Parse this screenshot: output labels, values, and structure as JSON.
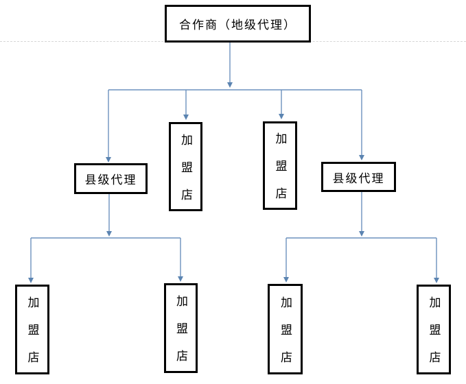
{
  "diagram": {
    "type": "org-chart",
    "nodes": {
      "partner": {
        "id": "partner",
        "label": "合作商（地级代理）",
        "level": 1,
        "orientation": "horizontal"
      },
      "county_left": {
        "id": "county_left",
        "label": "县级代理",
        "level": 2,
        "orientation": "horizontal"
      },
      "franchise_mid_left": {
        "id": "franchise_mid_left",
        "label": "加盟店",
        "level": 2,
        "orientation": "vertical"
      },
      "franchise_mid_right": {
        "id": "franchise_mid_right",
        "label": "加盟店",
        "level": 2,
        "orientation": "vertical"
      },
      "county_right": {
        "id": "county_right",
        "label": "县级代理",
        "level": 2,
        "orientation": "horizontal"
      },
      "franchise_bottom_1": {
        "id": "franchise_bottom_1",
        "label": "加盟店",
        "level": 3,
        "orientation": "vertical"
      },
      "franchise_bottom_2": {
        "id": "franchise_bottom_2",
        "label": "加盟店",
        "level": 3,
        "orientation": "vertical"
      },
      "franchise_bottom_3": {
        "id": "franchise_bottom_3",
        "label": "加盟店",
        "level": 3,
        "orientation": "vertical"
      },
      "franchise_bottom_4": {
        "id": "franchise_bottom_4",
        "label": "加盟店",
        "level": 3,
        "orientation": "vertical"
      }
    },
    "edges": [
      {
        "from": "partner",
        "to": "county_left"
      },
      {
        "from": "partner",
        "to": "franchise_mid_left"
      },
      {
        "from": "partner",
        "to": "franchise_mid_right"
      },
      {
        "from": "partner",
        "to": "county_right"
      },
      {
        "from": "county_left",
        "to": "franchise_bottom_1"
      },
      {
        "from": "county_left",
        "to": "franchise_bottom_2"
      },
      {
        "from": "county_right",
        "to": "franchise_bottom_3"
      },
      {
        "from": "county_right",
        "to": "franchise_bottom_4"
      }
    ]
  },
  "colors": {
    "connector": "#6b91bd",
    "arrowhead": "#5b84b1",
    "box_border": "#000000",
    "box_fill": "#ffffff",
    "text": "#000000",
    "dashed_separator": "#d6d6d6",
    "background": "#ffffff"
  }
}
